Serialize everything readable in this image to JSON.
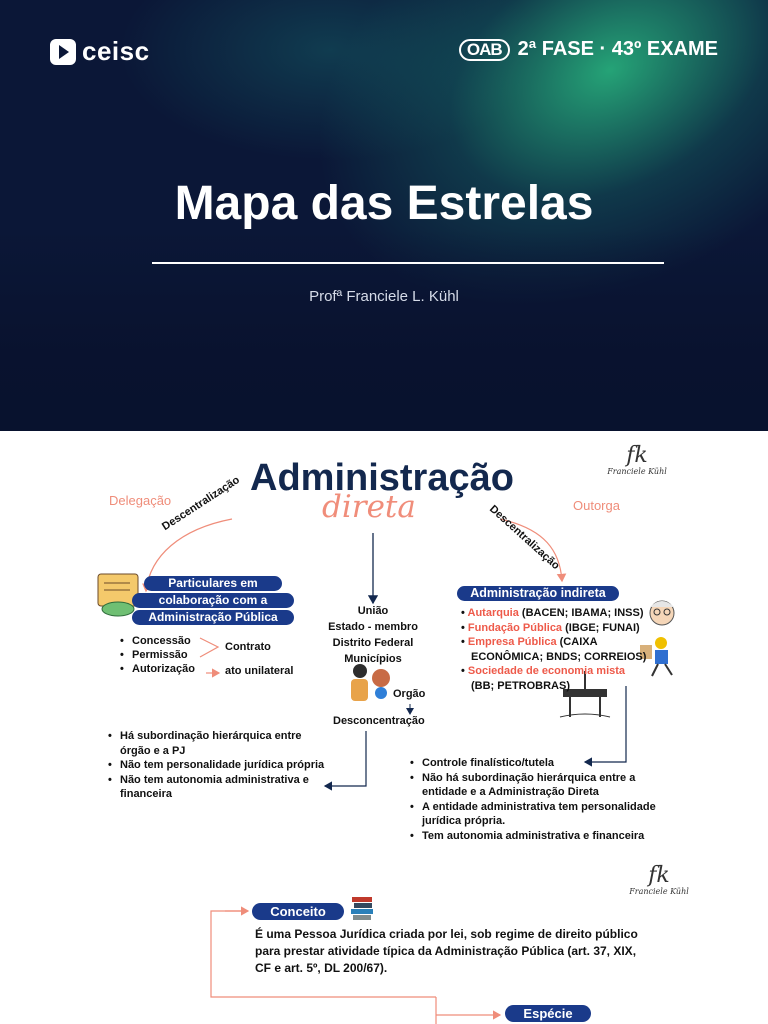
{
  "cover": {
    "logo_text": "ceisc",
    "exam_badge_icon": "OAB",
    "exam_text": "2ª FASE · 43º EXAME",
    "title": "Mapa das Estrelas",
    "author": "Profª Franciele L. Kühl",
    "colors": {
      "background": "#0b1737",
      "glow": "#2ed28c"
    }
  },
  "map": {
    "heading": "Administração",
    "heading_sub": "direta",
    "brand_initials": "fk",
    "brand_name": "Franciele Kühl",
    "left_arrow_label": "Delegação",
    "left_arc_label": "Descentralização",
    "right_arrow_label": "Outorga",
    "right_arc_label": "Descentralização",
    "particulares": {
      "line1": "Particulares em",
      "line2": "colaboração com a",
      "line3": "Administração Pública",
      "items": [
        "Concessão",
        "Permissão",
        "Autorização"
      ],
      "contrato_label": "Contrato",
      "ato_label": "ato unilateral"
    },
    "entities": [
      "União",
      "Estado - membro",
      "Distrito Federal",
      "Municípios"
    ],
    "orgao_label": "Orgão",
    "desconcentracao_label": "Desconcentração",
    "indireta": {
      "title": "Administração indireta",
      "items": [
        {
          "name": "Autarquia",
          "detail": "(BACEN; IBAMA; INSS)"
        },
        {
          "name": "Fundação Pública",
          "detail": "(IBGE; FUNAI)"
        },
        {
          "name": "Empresa Pública",
          "detail": "(CAIXA",
          "detail2": "ECONÔMICA; BNDS; CORREIOS)"
        },
        {
          "name": "Sociedade de economia mista",
          "detail2": "(BB; PETROBRAS)"
        }
      ]
    },
    "direta_features": [
      "Há subordinação hierárquica entre órgão e a PJ",
      "Não tem personalidade jurídica própria",
      "Não tem autonomia administrativa e financeira"
    ],
    "indireta_features": [
      "Controle finalístico/tutela",
      "Não há subordinação hierárquica entre a entidade e a Administração Direta",
      "A entidade administrativa tem personalidade jurídica própria.",
      "Tem autonomia administrativa e financeira"
    ],
    "conceito": {
      "label": "Conceito",
      "text": "É uma Pessoa Jurídica criada por lei, sob regime de direito público para prestar atividade típica da Administração Pública (art. 37, XIX, CF e art. 5º, DL 200/67)."
    },
    "especie_label": "Espécie",
    "colors": {
      "accent": "#1a3a8a",
      "salmon": "#ef8d7a",
      "red": "#ee5a4a",
      "navy": "#13284e"
    }
  }
}
